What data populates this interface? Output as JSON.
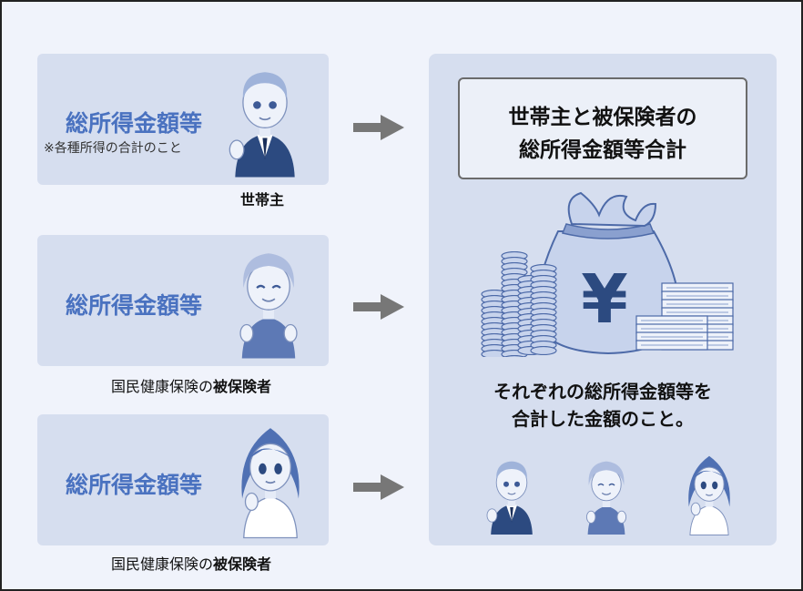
{
  "left_cards": [
    {
      "title": "総所得金額等",
      "note": "※各種所得の合計のこと",
      "caption_prefix": "",
      "caption_bold": "世帯主"
    },
    {
      "title": "総所得金額等",
      "caption_prefix": "国民健康保険の",
      "caption_bold": "被保険者"
    },
    {
      "title": "総所得金額等",
      "caption_prefix": "国民健康保険の",
      "caption_bold": "被保険者"
    }
  ],
  "result": {
    "headline_line1": "世帯主と被保険者の",
    "headline_line2": "総所得金額等合計",
    "desc_line1": "それぞれの総所得金額等を",
    "desc_line2": "合計した金額のこと。",
    "money_symbol": "¥"
  },
  "icons": [
    "man-icon",
    "elderly-woman-icon",
    "young-woman-icon",
    "money-bag-icon",
    "coin-stack-icon",
    "banknote-stack-icon",
    "arrow-right-icon"
  ],
  "colors": {
    "accent": "#4a72c0",
    "card_bg": "#d6deef",
    "page_bg": "#f0f3fb",
    "arrow": "#777777"
  }
}
